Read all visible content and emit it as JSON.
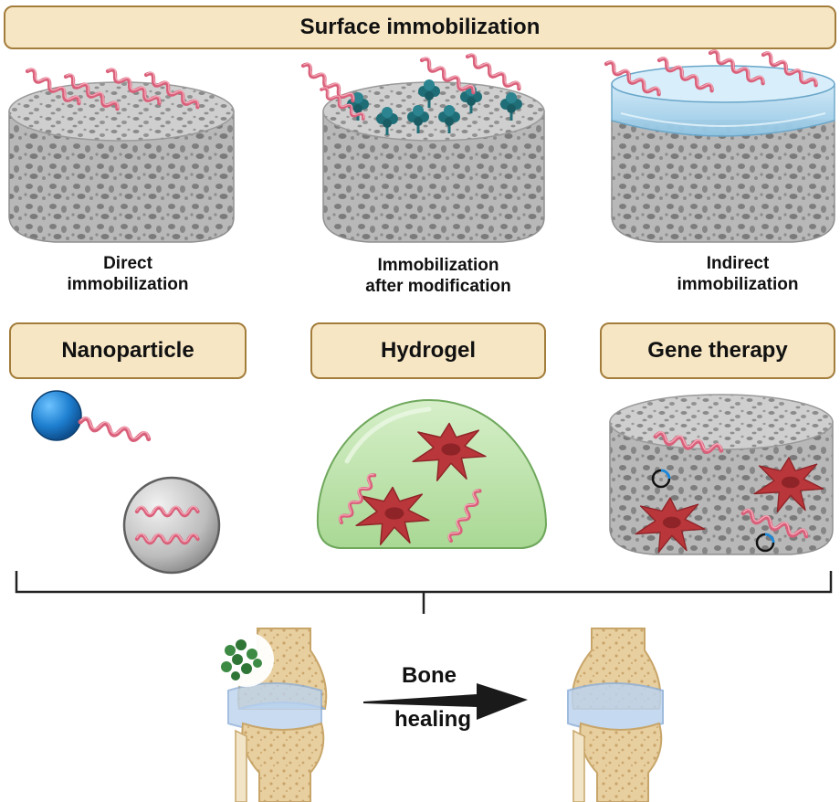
{
  "header": {
    "title": "Surface immobilization"
  },
  "surface_methods": [
    {
      "label": "Direct\nimmobilization"
    },
    {
      "label": "Immobilization\nafter modification"
    },
    {
      "label": "Indirect\nimmobilization"
    }
  ],
  "delivery_systems": [
    {
      "label": "Nanoparticle"
    },
    {
      "label": "Hydrogel"
    },
    {
      "label": "Gene therapy"
    }
  ],
  "outcome": {
    "line1": "Bone",
    "line2": "healing"
  },
  "colors": {
    "banner_fill": "#f7e6c4",
    "banner_border": "#a37d3b",
    "helix": "#d9607a",
    "scaffold": "#b4b4b4",
    "hydrogel": "#bfe3b0",
    "cell": "#b9363a",
    "nanoparticle_blue": "#1e88d8",
    "protein_teal": "#1f6e77",
    "bone": "#e9d2a4",
    "cartilage": "#bcd3ee"
  }
}
